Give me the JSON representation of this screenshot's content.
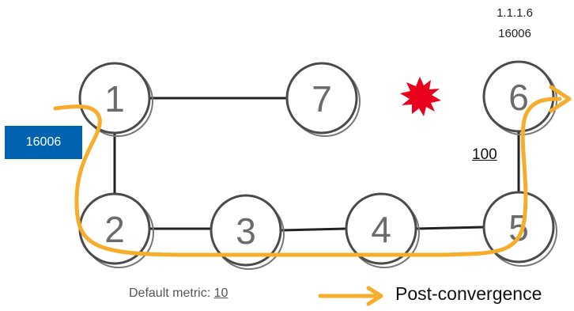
{
  "nodes": [
    {
      "id": "1",
      "label": "1"
    },
    {
      "id": "7",
      "label": "7"
    },
    {
      "id": "6",
      "label": "6"
    },
    {
      "id": "2",
      "label": "2"
    },
    {
      "id": "3",
      "label": "3"
    },
    {
      "id": "4",
      "label": "4"
    },
    {
      "id": "5",
      "label": "5"
    }
  ],
  "node6_info": {
    "address": "1.1.1.6",
    "sid": "16006"
  },
  "prefix_tag": "16006",
  "link_metric_5_6": "100",
  "legend": {
    "default_metric_label": "Default metric: ",
    "default_metric_value": "10",
    "post_convergence_label": "Post-convergence"
  },
  "colors": {
    "path": "#f5ad2b",
    "prefix_tag_bg": "#0063b1",
    "failure": "#e8001c"
  },
  "icons": {
    "failure": "explosion-icon"
  }
}
